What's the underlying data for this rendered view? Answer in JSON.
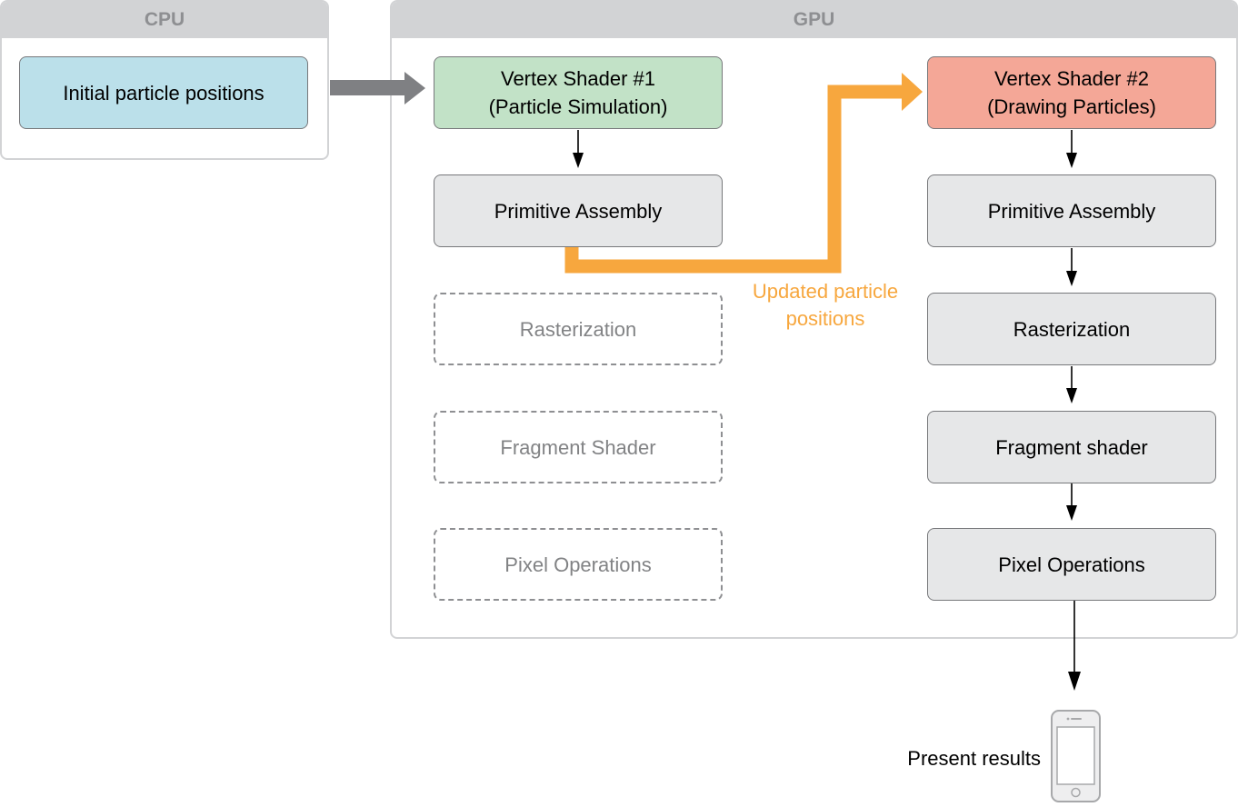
{
  "panels": {
    "cpu": {
      "title": "CPU"
    },
    "gpu": {
      "title": "GPU"
    }
  },
  "nodes": {
    "initial": {
      "label": "Initial particle positions"
    },
    "vs1": {
      "line1": "Vertex Shader #1",
      "line2": "(Particle Simulation)"
    },
    "pa1": {
      "label": "Primitive Assembly"
    },
    "rast1": {
      "label": "Rasterization"
    },
    "frag1": {
      "label": "Fragment Shader"
    },
    "pix1": {
      "label": "Pixel Operations"
    },
    "vs2": {
      "line1": "Vertex Shader #2",
      "line2": "(Drawing Particles)"
    },
    "pa2": {
      "label": "Primitive Assembly"
    },
    "rast2": {
      "label": "Rasterization"
    },
    "frag2": {
      "label": "Fragment shader"
    },
    "pix2": {
      "label": "Pixel Operations"
    }
  },
  "annotations": {
    "updated_line1": "Updated particle",
    "updated_line2": "positions",
    "present": "Present results"
  },
  "colors": {
    "cpu_node": "#bbe0ea",
    "vs1_node": "#c2e2c7",
    "vs2_node": "#f4a797",
    "stage_node": "#e6e7e8",
    "orange_path": "#f7a73e",
    "gray_arrow": "#7f8083",
    "panel_border": "#d2d3d5"
  },
  "icons": {
    "device": "phone-icon"
  }
}
